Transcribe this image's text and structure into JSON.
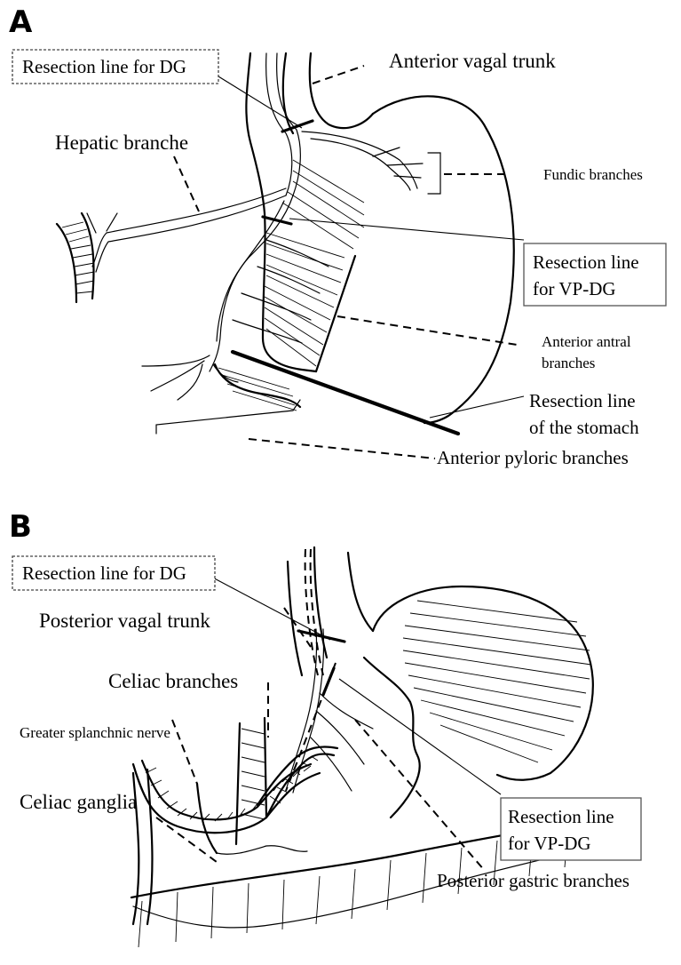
{
  "panel_a": {
    "letter": "A",
    "label_dg": "Resection line for DG",
    "label_anterior_vagal_trunk": "Anterior vagal trunk",
    "label_hepatic_branche": "Hepatic branche",
    "label_fundic_branches": "Fundic branches",
    "label_vpdg_line1": "Resection line",
    "label_vpdg_line2": "for VP-DG",
    "label_antral_line1": "Anterior antral",
    "label_antral_line2": "branches",
    "label_stomach_line1": "Resection line",
    "label_stomach_line2": "of the stomach",
    "label_pyloric": "Anterior pyloric branches"
  },
  "panel_b": {
    "letter": "B",
    "label_dg": "Resection line for DG",
    "label_posterior_vagal_trunk": "Posterior vagal trunk",
    "label_celiac_branches": "Celiac branches",
    "label_greater_splanchnic": "Greater splanchnic nerve",
    "label_celiac_ganglia": "Celiac ganglia",
    "label_vpdg_line1": "Resection line",
    "label_vpdg_line2": "for VP-DG",
    "label_posterior_gastric": "Posterior gastric branches"
  }
}
